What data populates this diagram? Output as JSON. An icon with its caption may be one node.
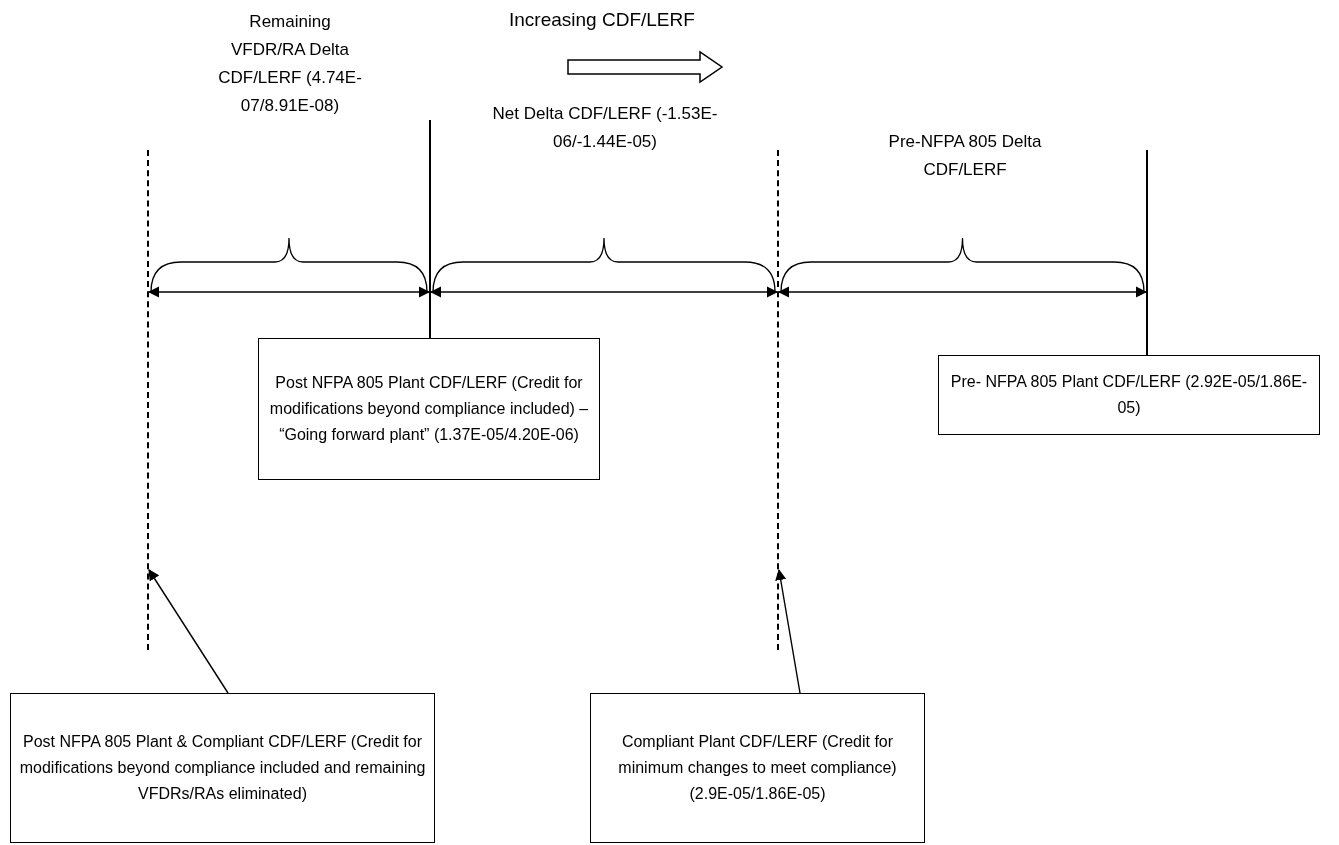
{
  "diagram": {
    "title": "Increasing CDF/LERF",
    "nodes": [
      {
        "text": [],
        "shape": "line"
      },
      {
        "text": [],
        "shape": "line"
      },
      {
        "text": [],
        "shape": "line"
      },
      {
        "text": [],
        "shape": "line"
      },
      {
        "text": [
          "Post NFPA 805 Plant CDF/LERF (Credit for modifications beyond compliance included) – “Going forward plant” (1.37E-05/4.20E-06)"
        ]
      },
      {
        "text": [
          "Pre- NFPA 805 Plant CDF/LERF (2.92E-05/1.86E-05)"
        ]
      },
      {
        "text": [
          "Post NFPA 805 Plant & Compliant CDF/LERF (Credit for modifications beyond compliance included and remaining VFDRs/RAs eliminated)"
        ]
      },
      {
        "text": [
          "Compliant Plant CDF/LERF (Credit for minimum changes to meet compliance) (2.9E-05/1.86E-05)"
        ]
      }
    ],
    "edges": [
      {
        "from": 0,
        "to": 1,
        "arrow": "both"
      },
      {
        "from": 1,
        "to": 2,
        "arrow": "both"
      },
      {
        "from": 2,
        "to": 3,
        "arrow": "both"
      },
      {
        "from": 6,
        "to": 0,
        "arrow": "to"
      },
      {
        "from": 7,
        "to": 2,
        "arrow": "to"
      }
    ],
    "labels": [
      "Remaining VFDR/RA Delta CDF/LERF (4.74E-07/8.91E-08)",
      "Net Delta CDF/LERF (-1.53E-06/-1.44E-05)",
      "Pre-NFPA 805 Delta CDF/LERF"
    ]
  }
}
